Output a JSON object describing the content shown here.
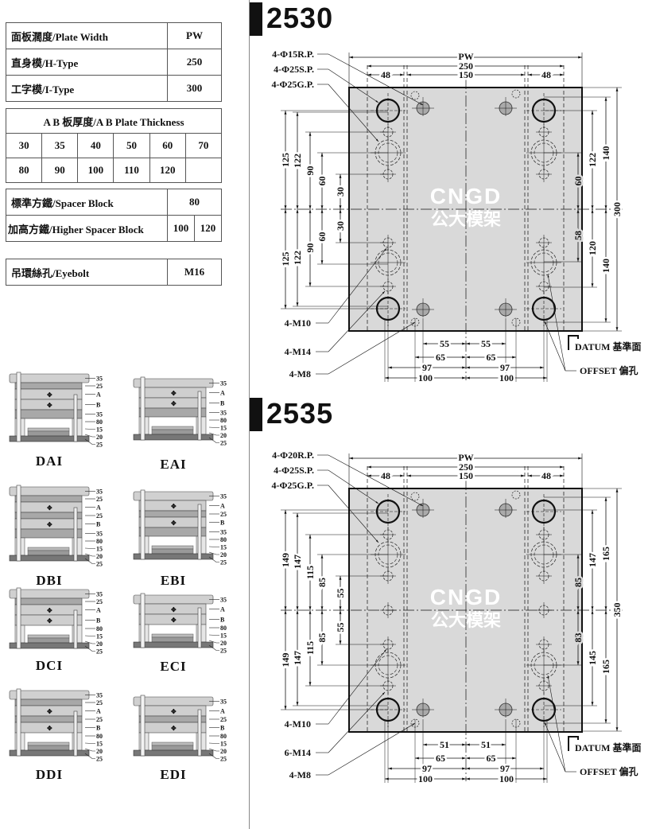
{
  "spec_tables": {
    "plate_width": {
      "header_label": "面板濶度/Plate Width",
      "header_value": "PW",
      "rows": [
        {
          "label": "直身模/H-Type",
          "value": "250"
        },
        {
          "label": "工字模/I-Type",
          "value": "300"
        }
      ]
    },
    "ab_thickness": {
      "header": "A B 板厚度/A B Plate Thickness",
      "row1": [
        "30",
        "35",
        "40",
        "50",
        "60",
        "70"
      ],
      "row2": [
        "80",
        "90",
        "100",
        "110",
        "120"
      ]
    },
    "spacer": {
      "standard_label": "標準方鐵/Spacer Block",
      "standard_value": "80",
      "higher_label": "加高方鐵/Higher Spacer Block",
      "higher_values": [
        "100",
        "120"
      ]
    },
    "eyebolt": {
      "label": "吊環絲孔/Eyebolt",
      "value": "M16"
    }
  },
  "mold_types": [
    {
      "name": "DAI",
      "labels": [
        "35",
        "25",
        "A",
        "B",
        "35",
        "80",
        "15",
        "20",
        "25"
      ]
    },
    {
      "name": "EAI",
      "labels": [
        "35",
        "A",
        "B",
        "35",
        "80",
        "15",
        "20",
        "25"
      ]
    },
    {
      "name": "DBI",
      "labels": [
        "35",
        "25",
        "A",
        "25",
        "B",
        "35",
        "80",
        "15",
        "20",
        "25"
      ]
    },
    {
      "name": "EBI",
      "labels": [
        "35",
        "A",
        "25",
        "B",
        "35",
        "80",
        "15",
        "20",
        "25"
      ]
    },
    {
      "name": "DCI",
      "labels": [
        "35",
        "25",
        "A",
        "B",
        "80",
        "15",
        "20",
        "25"
      ]
    },
    {
      "name": "ECI",
      "labels": [
        "35",
        "A",
        "B",
        "80",
        "15",
        "20",
        "25"
      ]
    },
    {
      "name": "DDI",
      "labels": [
        "35",
        "25",
        "A",
        "25",
        "B",
        "80",
        "15",
        "20",
        "25"
      ]
    },
    {
      "name": "EDI",
      "labels": [
        "35",
        "A",
        "25",
        "B",
        "80",
        "15",
        "20",
        "25"
      ]
    }
  ],
  "drawings": [
    {
      "title": "2530",
      "callouts": [
        "4-Φ15R.P.",
        "4-Φ25S.P.",
        "4-Φ25G.P."
      ],
      "bottom_callouts": [
        "4-M10",
        "4-M14",
        "4-M8"
      ],
      "top_dims": [
        "PW",
        "250",
        "48",
        "150",
        "48"
      ],
      "left_dims_top": [
        "125",
        "122",
        "90",
        "60",
        "30"
      ],
      "left_dims_bottom": [
        "30",
        "60",
        "90",
        "122",
        "125"
      ],
      "right_dims": [
        "300",
        "140",
        "122",
        "60",
        "58",
        "120",
        "140"
      ],
      "bottom_dims": [
        "55",
        "55",
        "65",
        "65",
        "97",
        "97",
        "100",
        "100"
      ],
      "datum": "DATUM 基準面",
      "offset": "OFFSET 偏孔"
    },
    {
      "title": "2535",
      "callouts": [
        "4-Φ20R.P.",
        "4-Φ25S.P.",
        "4-Φ25G.P."
      ],
      "bottom_callouts": [
        "4-M10",
        "6-M14",
        "4-M8"
      ],
      "top_dims": [
        "PW",
        "250",
        "48",
        "150",
        "48"
      ],
      "left_dims_top": [
        "149",
        "147",
        "115",
        "85",
        "55"
      ],
      "left_dims_bottom": [
        "55",
        "85",
        "115",
        "147",
        "149"
      ],
      "right_dims": [
        "350",
        "165",
        "147",
        "85",
        "83",
        "145",
        "165"
      ],
      "bottom_dims": [
        "51",
        "51",
        "65",
        "65",
        "97",
        "97",
        "100",
        "100"
      ],
      "datum": "DATUM 基準面",
      "offset": "OFFSET 偏孔"
    }
  ],
  "watermark": {
    "logo": "CNGD",
    "cn": "公大模架"
  },
  "colors": {
    "plate": "#d9d9d9",
    "ink": "#111111",
    "mold_light": "#cfcfcf",
    "mold_dark": "#8a8a8a"
  }
}
